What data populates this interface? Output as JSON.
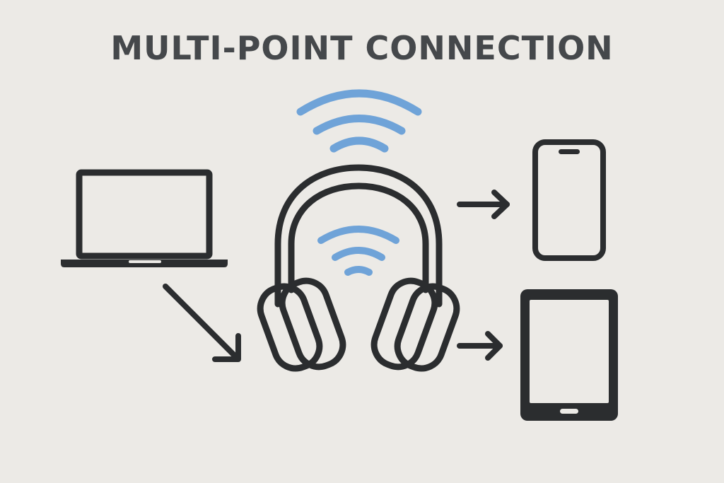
{
  "title": "MULTI-POINT CONNECTION",
  "colors": {
    "background": "#ECEAE6",
    "title": "#45484B",
    "icon_stroke": "#2B2D2F",
    "signal": "#6FA3D8"
  },
  "nodes": [
    {
      "id": "laptop",
      "icon": "laptop-icon"
    },
    {
      "id": "headphones",
      "icon": "headphones-icon"
    },
    {
      "id": "phone",
      "icon": "smartphone-icon"
    },
    {
      "id": "tablet",
      "icon": "tablet-icon"
    }
  ],
  "edges": [
    {
      "from": "laptop",
      "to": "headphones"
    },
    {
      "from": "headphones",
      "to": "phone"
    },
    {
      "from": "headphones",
      "to": "tablet"
    }
  ]
}
